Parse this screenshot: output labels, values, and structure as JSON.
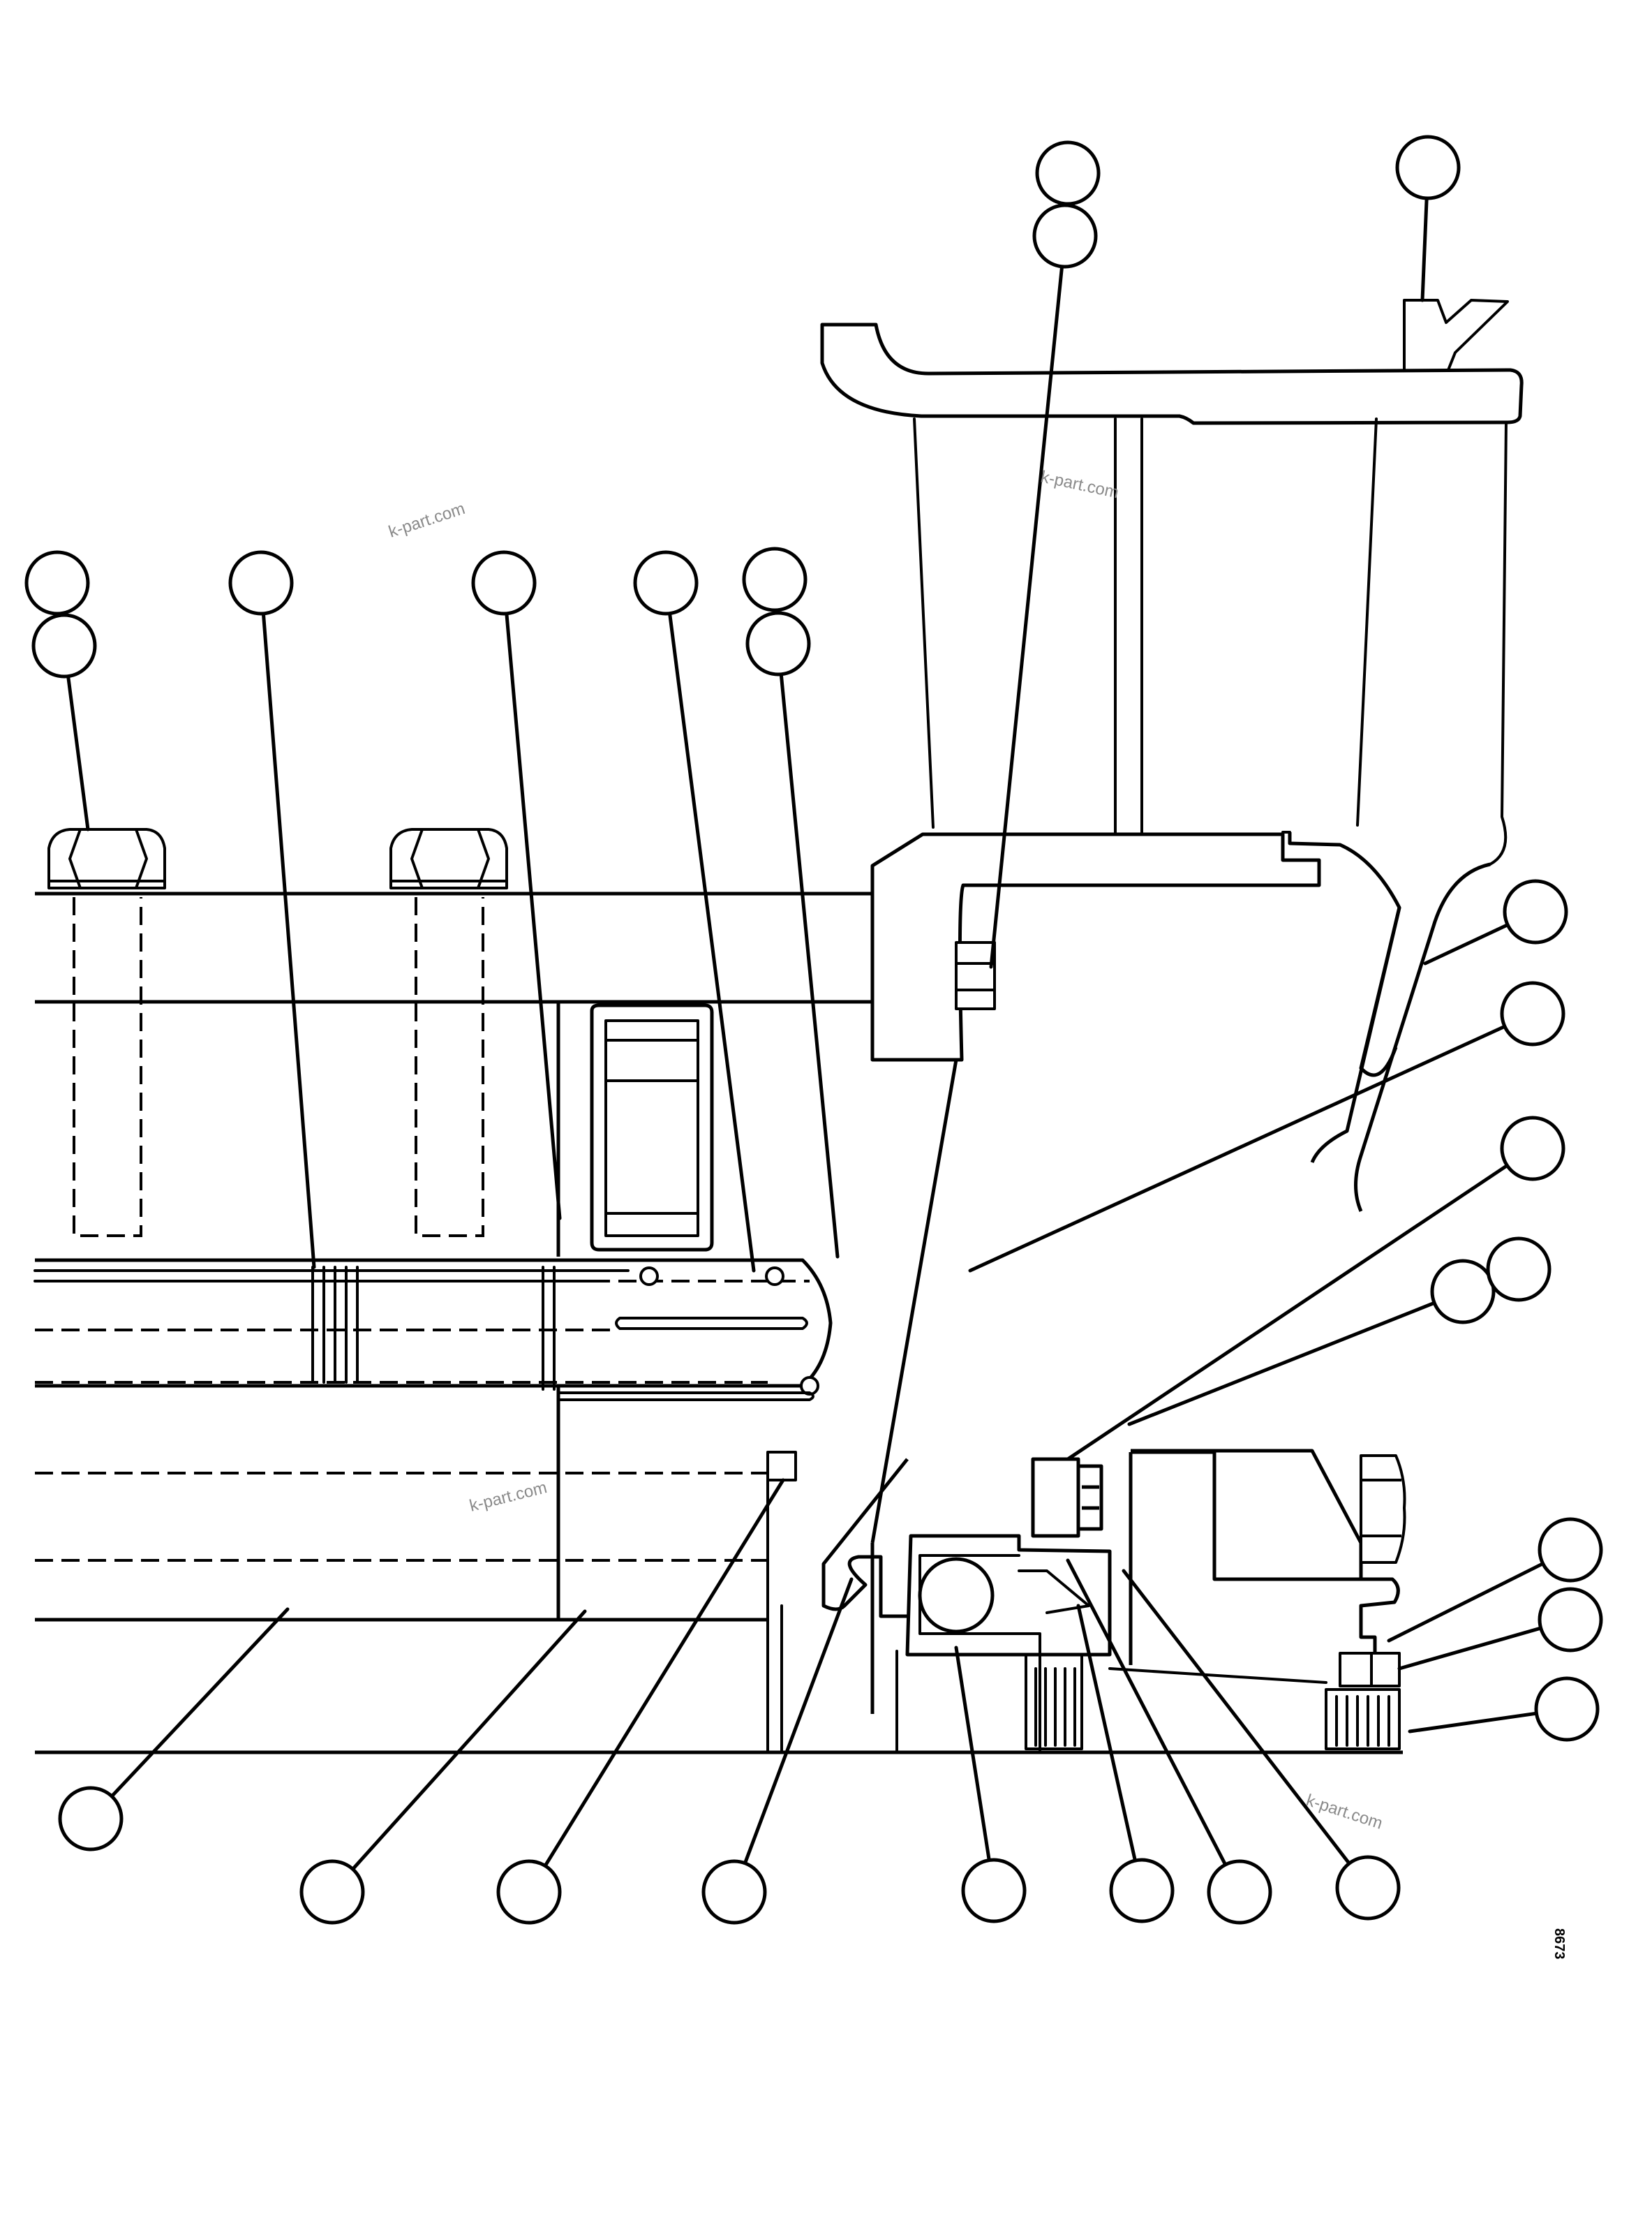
{
  "figure": {
    "watermarks": [
      "k-part.com",
      "k-part.com",
      "k-part.com",
      "k-part.com"
    ],
    "drawing_code": "8673",
    "callout_count": 26,
    "line_color": "#000000",
    "background_color": "#ffffff",
    "watermark_color": "#8a8a8a"
  }
}
